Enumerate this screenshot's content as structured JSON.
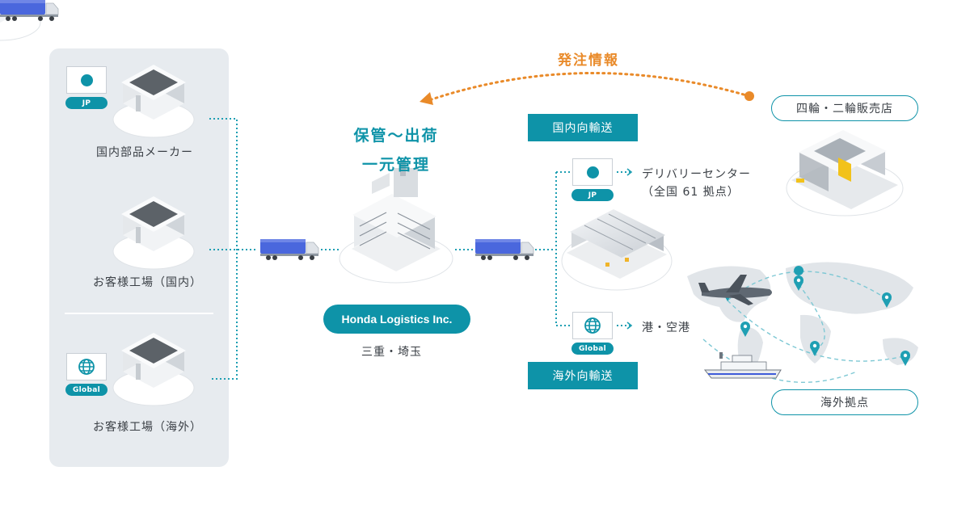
{
  "badges": {
    "jp": "JP",
    "global": "Global"
  },
  "left": {
    "domestic_parts_maker": "国内部品メーカー",
    "customer_factory_domestic": "お客様工場（国内）",
    "customer_factory_overseas": "お客様工場（海外）"
  },
  "center": {
    "title_line1": "保管〜出荷",
    "title_line2": "一元管理",
    "company": "Honda Logistics Inc.",
    "location": "三重・埼玉"
  },
  "order_info": "発注情報",
  "right": {
    "domestic_transport": "国内向輸送",
    "overseas_transport": "海外向輸送",
    "delivery_center_line1": "デリバリーセンター",
    "delivery_center_line2": "（全国 61 拠点）",
    "port_airport": "港・空港",
    "dealers": "四輪・二輪販売店",
    "overseas_bases": "海外拠点"
  },
  "colors": {
    "teal": "#0e93a8",
    "orange": "#e98a29",
    "panel": "#e7ebef",
    "truck": "#3d5bd9"
  },
  "icons": [
    "factory-icon",
    "truck-icon",
    "warehouse-icon",
    "distribution-center-icon",
    "dealership-icon",
    "world-map-icon",
    "airplane-icon",
    "ship-icon",
    "globe-icon",
    "location-pin-icon"
  ]
}
